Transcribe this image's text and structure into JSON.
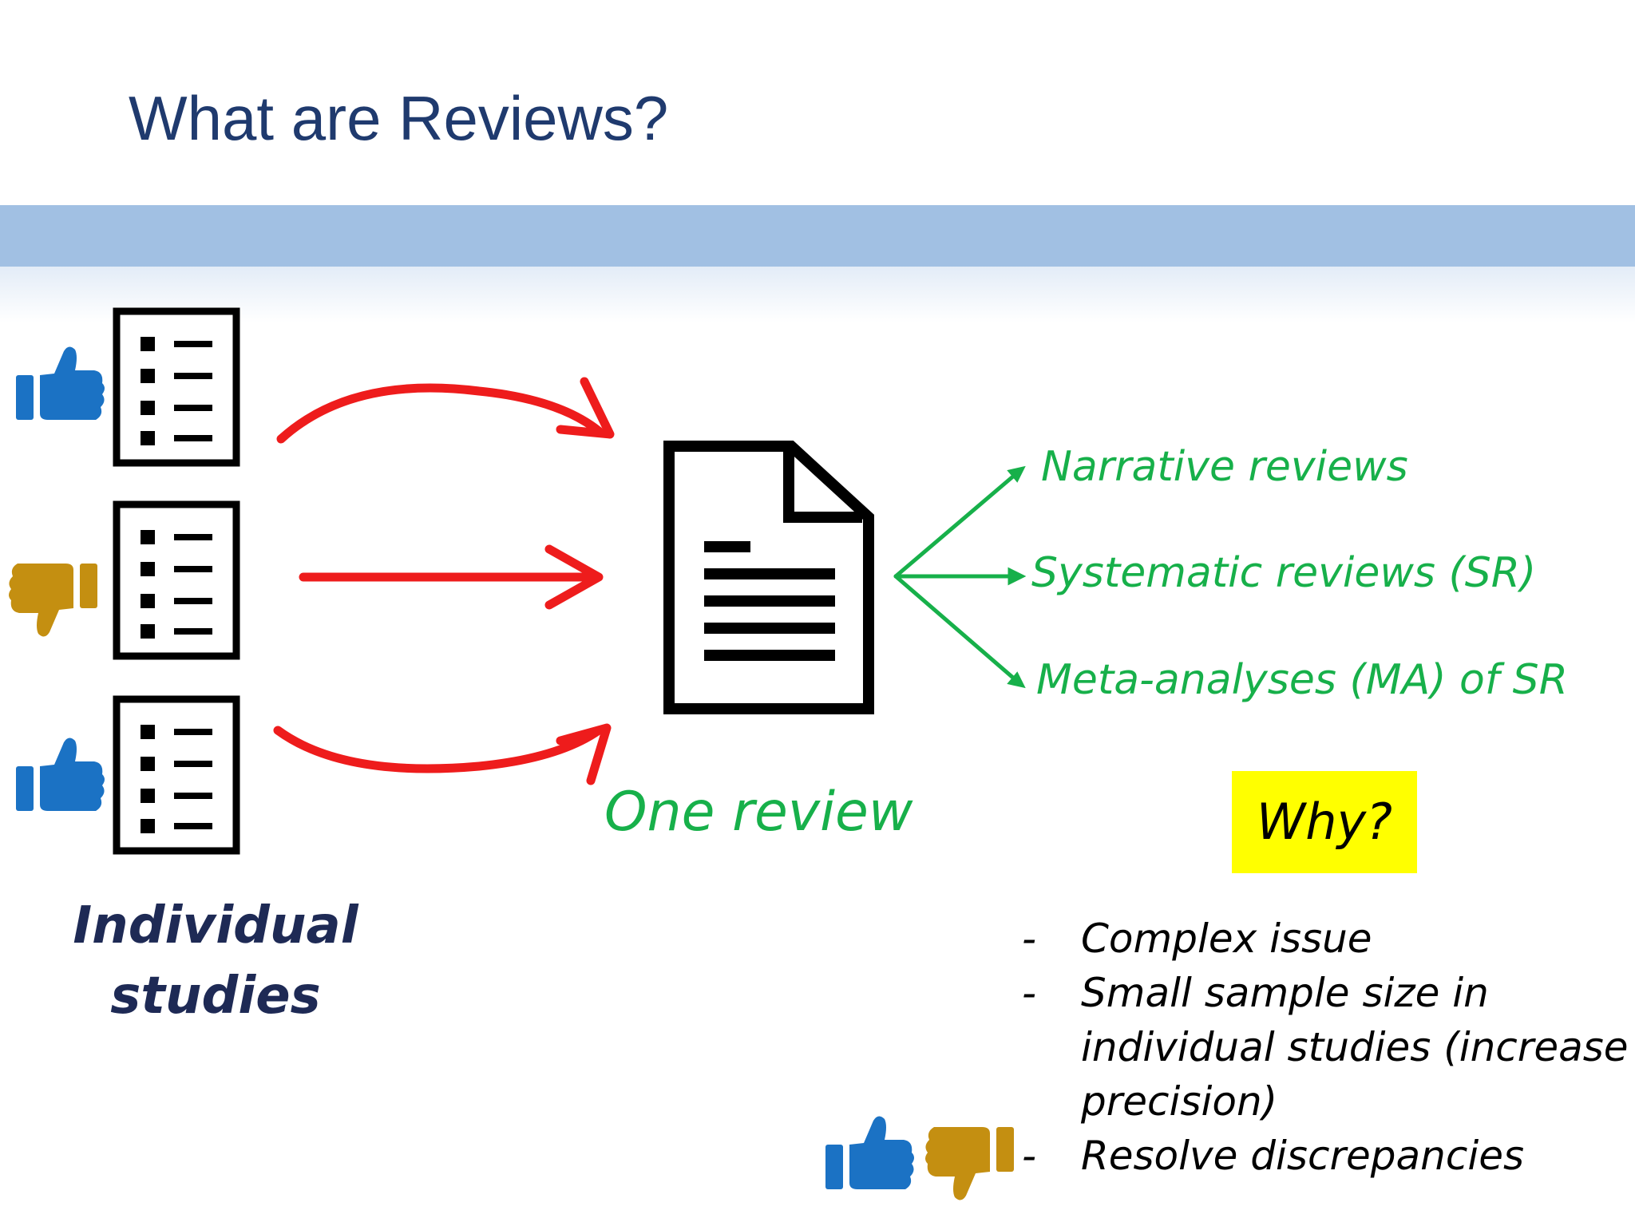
{
  "slide": {
    "title": "What are Reviews?"
  },
  "studies": {
    "label_line1": "Individual",
    "label_line2": "studies",
    "items": [
      {
        "verdict": "thumbs-up-icon",
        "color": "#1b72c4"
      },
      {
        "verdict": "thumbs-down-icon",
        "color": "#c48f11"
      },
      {
        "verdict": "thumbs-up-icon",
        "color": "#1b72c4"
      }
    ]
  },
  "review": {
    "label": "One review"
  },
  "review_types": [
    {
      "label": "Narrative reviews"
    },
    {
      "label": "Systematic reviews (SR)"
    },
    {
      "label": "Meta-analyses (MA) of SR"
    }
  ],
  "why": {
    "label": "Why?",
    "reasons": [
      {
        "dash": "-",
        "text": "Complex issue"
      },
      {
        "dash": "-",
        "text": "Small sample size in individual studies (increase precision)"
      },
      {
        "dash": "-",
        "text": "Resolve discrepancies"
      }
    ]
  },
  "colors": {
    "title": "#1f3a6e",
    "band": "#a1c0e3",
    "arrow_red": "#ee1c1c",
    "green": "#17b04a",
    "thumbs_up": "#1b72c4",
    "thumbs_down": "#c48f11",
    "highlight": "#ffff00",
    "label_navy": "#1e2a55"
  }
}
